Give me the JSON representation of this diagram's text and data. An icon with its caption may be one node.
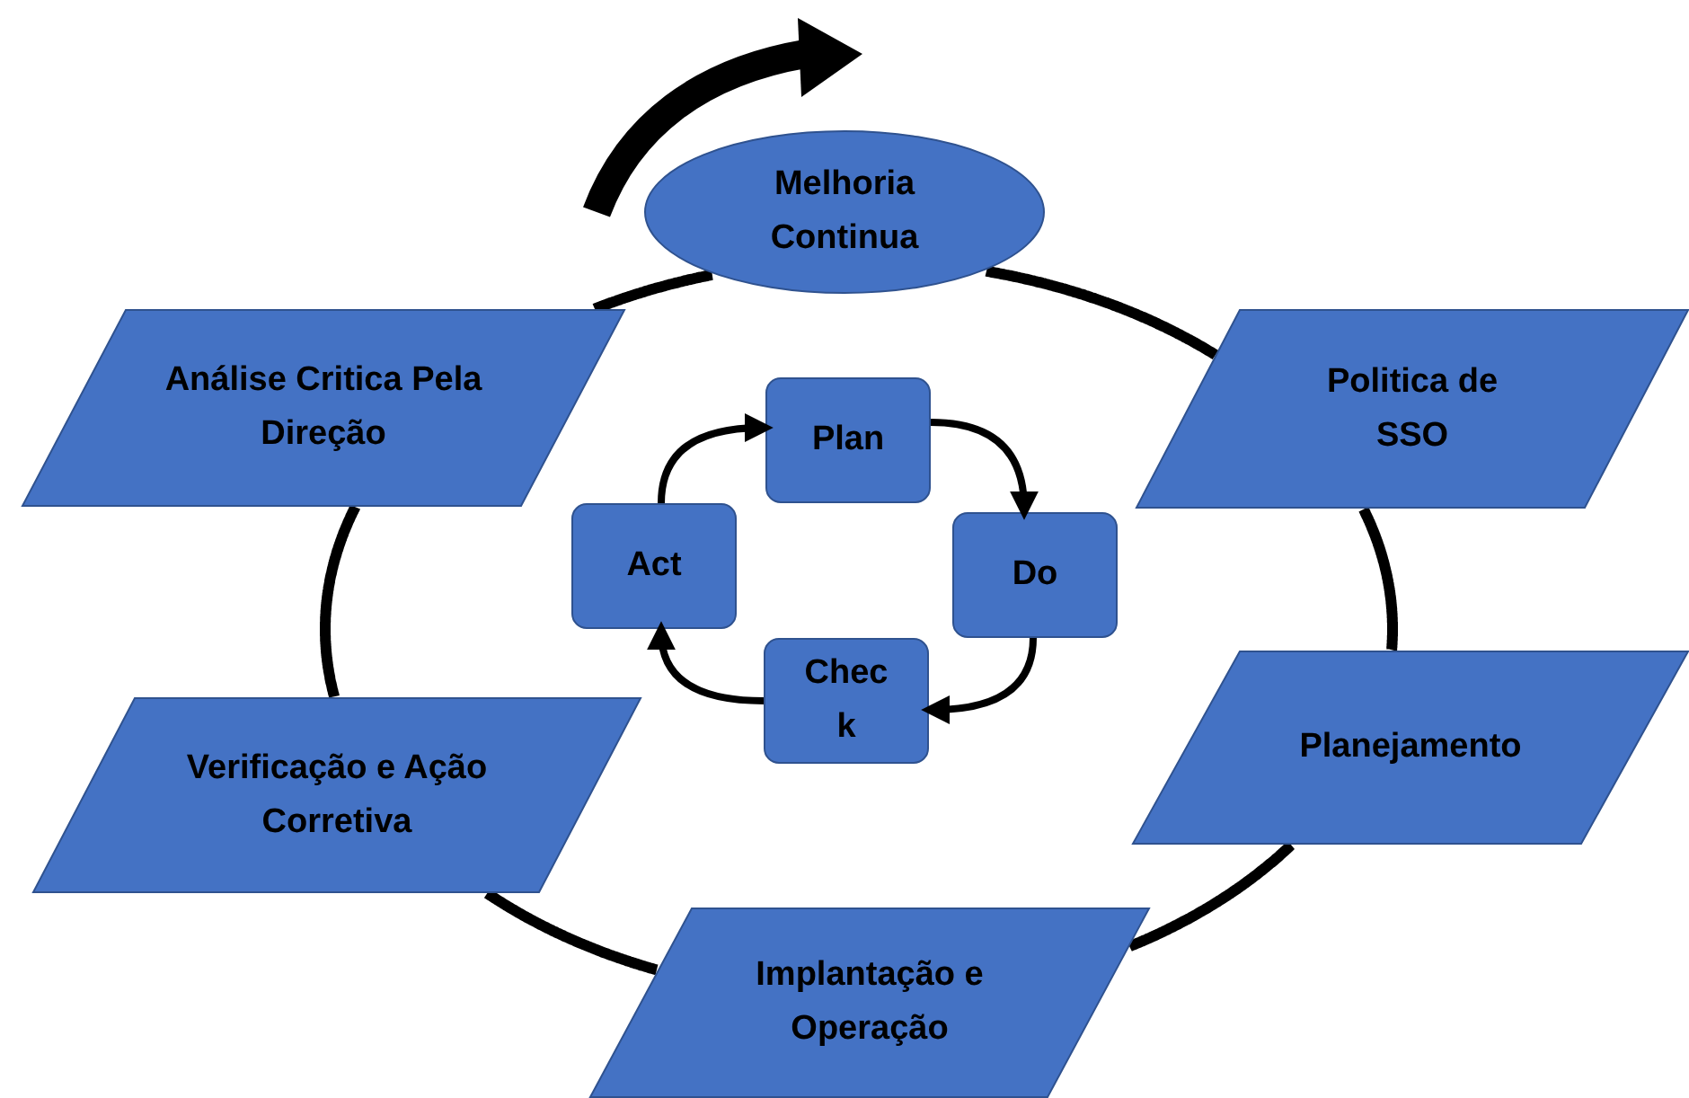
{
  "diagram": {
    "nodes": [
      {
        "text": [
          "Melhoria Continua"
        ]
      },
      {
        "text": [
          "Politica de SSO"
        ]
      },
      {
        "text": [
          "Planejamento"
        ]
      },
      {
        "text": [
          "Implantação e Operação"
        ]
      },
      {
        "text": [
          "Verificação e Ação Corretiva"
        ]
      },
      {
        "text": [
          "Análise Critica Pela Direção"
        ]
      },
      {
        "text": [
          "Plan"
        ]
      },
      {
        "text": [
          "Do"
        ]
      },
      {
        "text": [
          "Check"
        ]
      },
      {
        "text": [
          "Act"
        ]
      }
    ],
    "edges": [
      {
        "from": 0,
        "to": 1,
        "arrow": "none"
      },
      {
        "from": 1,
        "to": 2,
        "arrow": "none"
      },
      {
        "from": 2,
        "to": 3,
        "arrow": "none"
      },
      {
        "from": 3,
        "to": 4,
        "arrow": "none"
      },
      {
        "from": 4,
        "to": 5,
        "arrow": "none"
      },
      {
        "from": 5,
        "to": 0,
        "arrow": "none"
      },
      {
        "from": 6,
        "to": 7,
        "arrow": "to"
      },
      {
        "from": 7,
        "to": 8,
        "arrow": "to"
      },
      {
        "from": 8,
        "to": 9,
        "arrow": "to"
      },
      {
        "from": 9,
        "to": 6,
        "arrow": "to"
      }
    ]
  }
}
